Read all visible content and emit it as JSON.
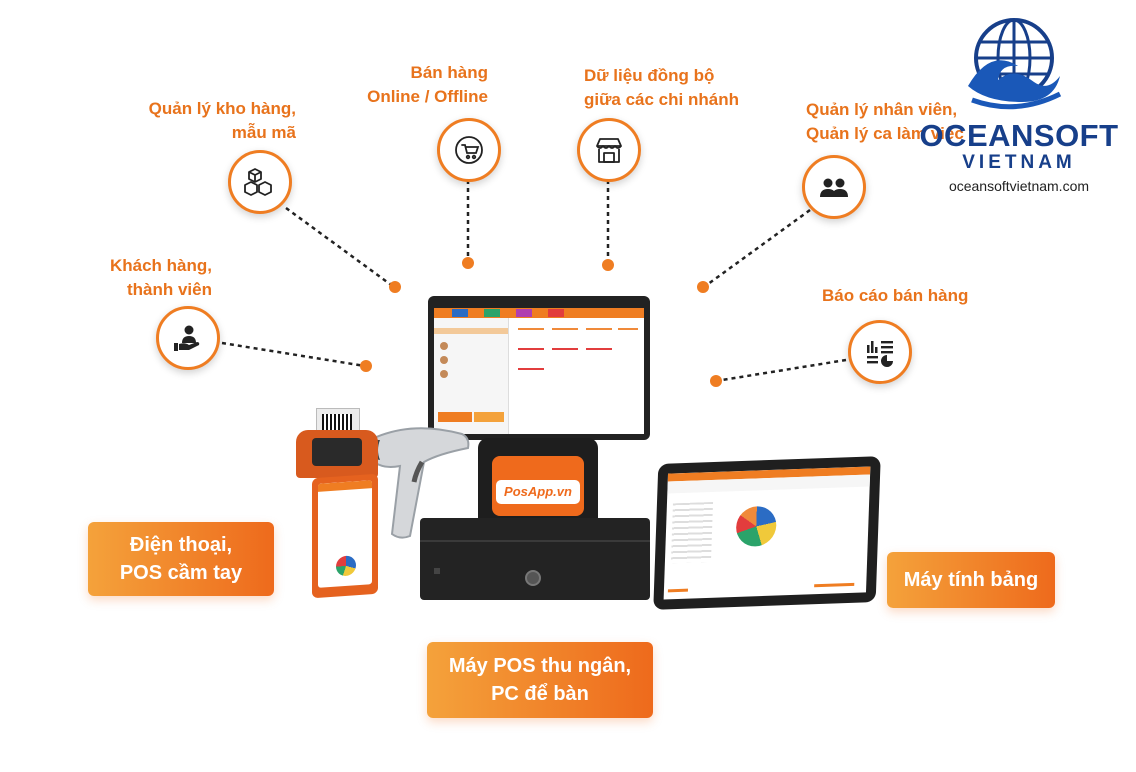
{
  "features": {
    "kho": {
      "line1": "Quản lý kho hàng,",
      "line2": "mẫu mã",
      "icon": "boxes-icon"
    },
    "banhang": {
      "line1": "Bán hàng",
      "line2": "Online / Offline",
      "icon": "cart-icon"
    },
    "dulieu": {
      "line1": "Dữ liệu đồng bộ",
      "line2": "giữa các chi nhánh",
      "icon": "store-icon"
    },
    "nhanvien": {
      "line1": "Quản lý nhân viên,",
      "line2": "Quản lý ca làm việc",
      "icon": "users-icon"
    },
    "khachhang": {
      "line1": "Khách hàng,",
      "line2": "thành viên",
      "icon": "customer-icon"
    },
    "baocao": {
      "line1": "Báo cáo bán hàng",
      "icon": "report-icon"
    }
  },
  "devices": {
    "phone": {
      "line1": "Điện thoại,",
      "line2": "POS cầm tay"
    },
    "pos": {
      "line1": "Máy POS thu ngân,",
      "line2": "PC để bàn"
    },
    "tablet": {
      "line1": "Máy tính bảng"
    }
  },
  "pos_brand": "PosApp.vn",
  "logo": {
    "name": "OCEANSOFT",
    "sub": "VIETNAM",
    "url": "oceansoftvietnam.com",
    "color": "#173f8a"
  },
  "accent": "#ef7d22"
}
